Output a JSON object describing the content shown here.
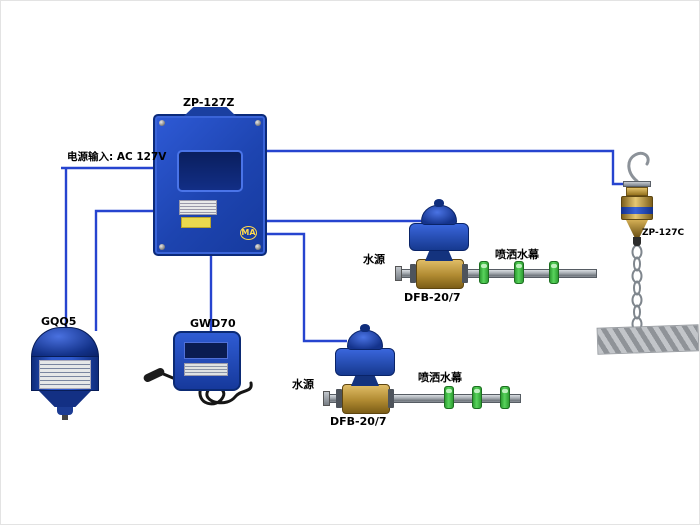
{
  "diagram": {
    "labels": {
      "controller": "ZP-127Z",
      "power_input": "电源输入: AC 127V",
      "gqq5": "GQQ5",
      "gwd70": "GWD70",
      "hanging_sensor": "ZP-127C",
      "ma_mark": "MA",
      "upper_branch": {
        "water_source": "水源",
        "spray_curtain": "喷洒水幕",
        "valve_model": "DFB-20/7"
      },
      "lower_branch": {
        "water_source": "水源",
        "spray_curtain": "喷洒水幕",
        "valve_model": "DFB-20/7"
      }
    },
    "colors": {
      "wire": "#2644cf",
      "device_blue": "#2454cd",
      "device_blue_dark": "#0c2a78",
      "valve_brass": "#c09a45",
      "nozzle_green": "#44cc4a",
      "pipe_gray": "#9aa0a6"
    }
  }
}
